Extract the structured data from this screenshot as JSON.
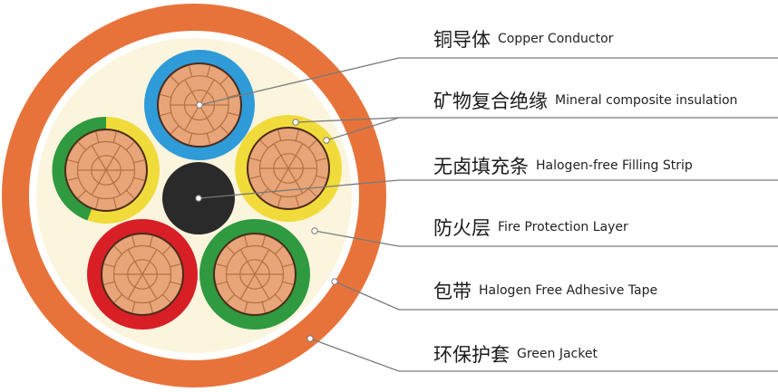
{
  "colors": {
    "jacket": "#E8733A",
    "tape": "#FFFFFF",
    "filler": "#FBF5DE",
    "copper": "#E8A57A",
    "copper_line": "#B5703F",
    "core_center": "#2A2A2A",
    "insulation_blue": "#2F9BD8",
    "insulation_yellow": "#F1DB3A",
    "insulation_green": "#2F9A3F",
    "insulation_red": "#D81F26",
    "leader_line": "#7A7A7A"
  },
  "labels": [
    {
      "zh": "铜导体",
      "en": "Copper Conductor",
      "pointer": "copper-conductor"
    },
    {
      "zh": "矿物复合绝缘",
      "en": "Mineral composite insulation",
      "pointer": "mineral-insulation"
    },
    {
      "zh": "无卤填充条",
      "en": "Halogen-free Filling Strip",
      "pointer": "filling-strip"
    },
    {
      "zh": "防火层",
      "en": "Fire Protection Layer",
      "pointer": "fire-protection-layer"
    },
    {
      "zh": "包带",
      "en": "Halogen Free Adhesive Tape",
      "pointer": "adhesive-tape"
    },
    {
      "zh": "环保护套",
      "en": "Green Jacket",
      "pointer": "green-jacket"
    }
  ]
}
